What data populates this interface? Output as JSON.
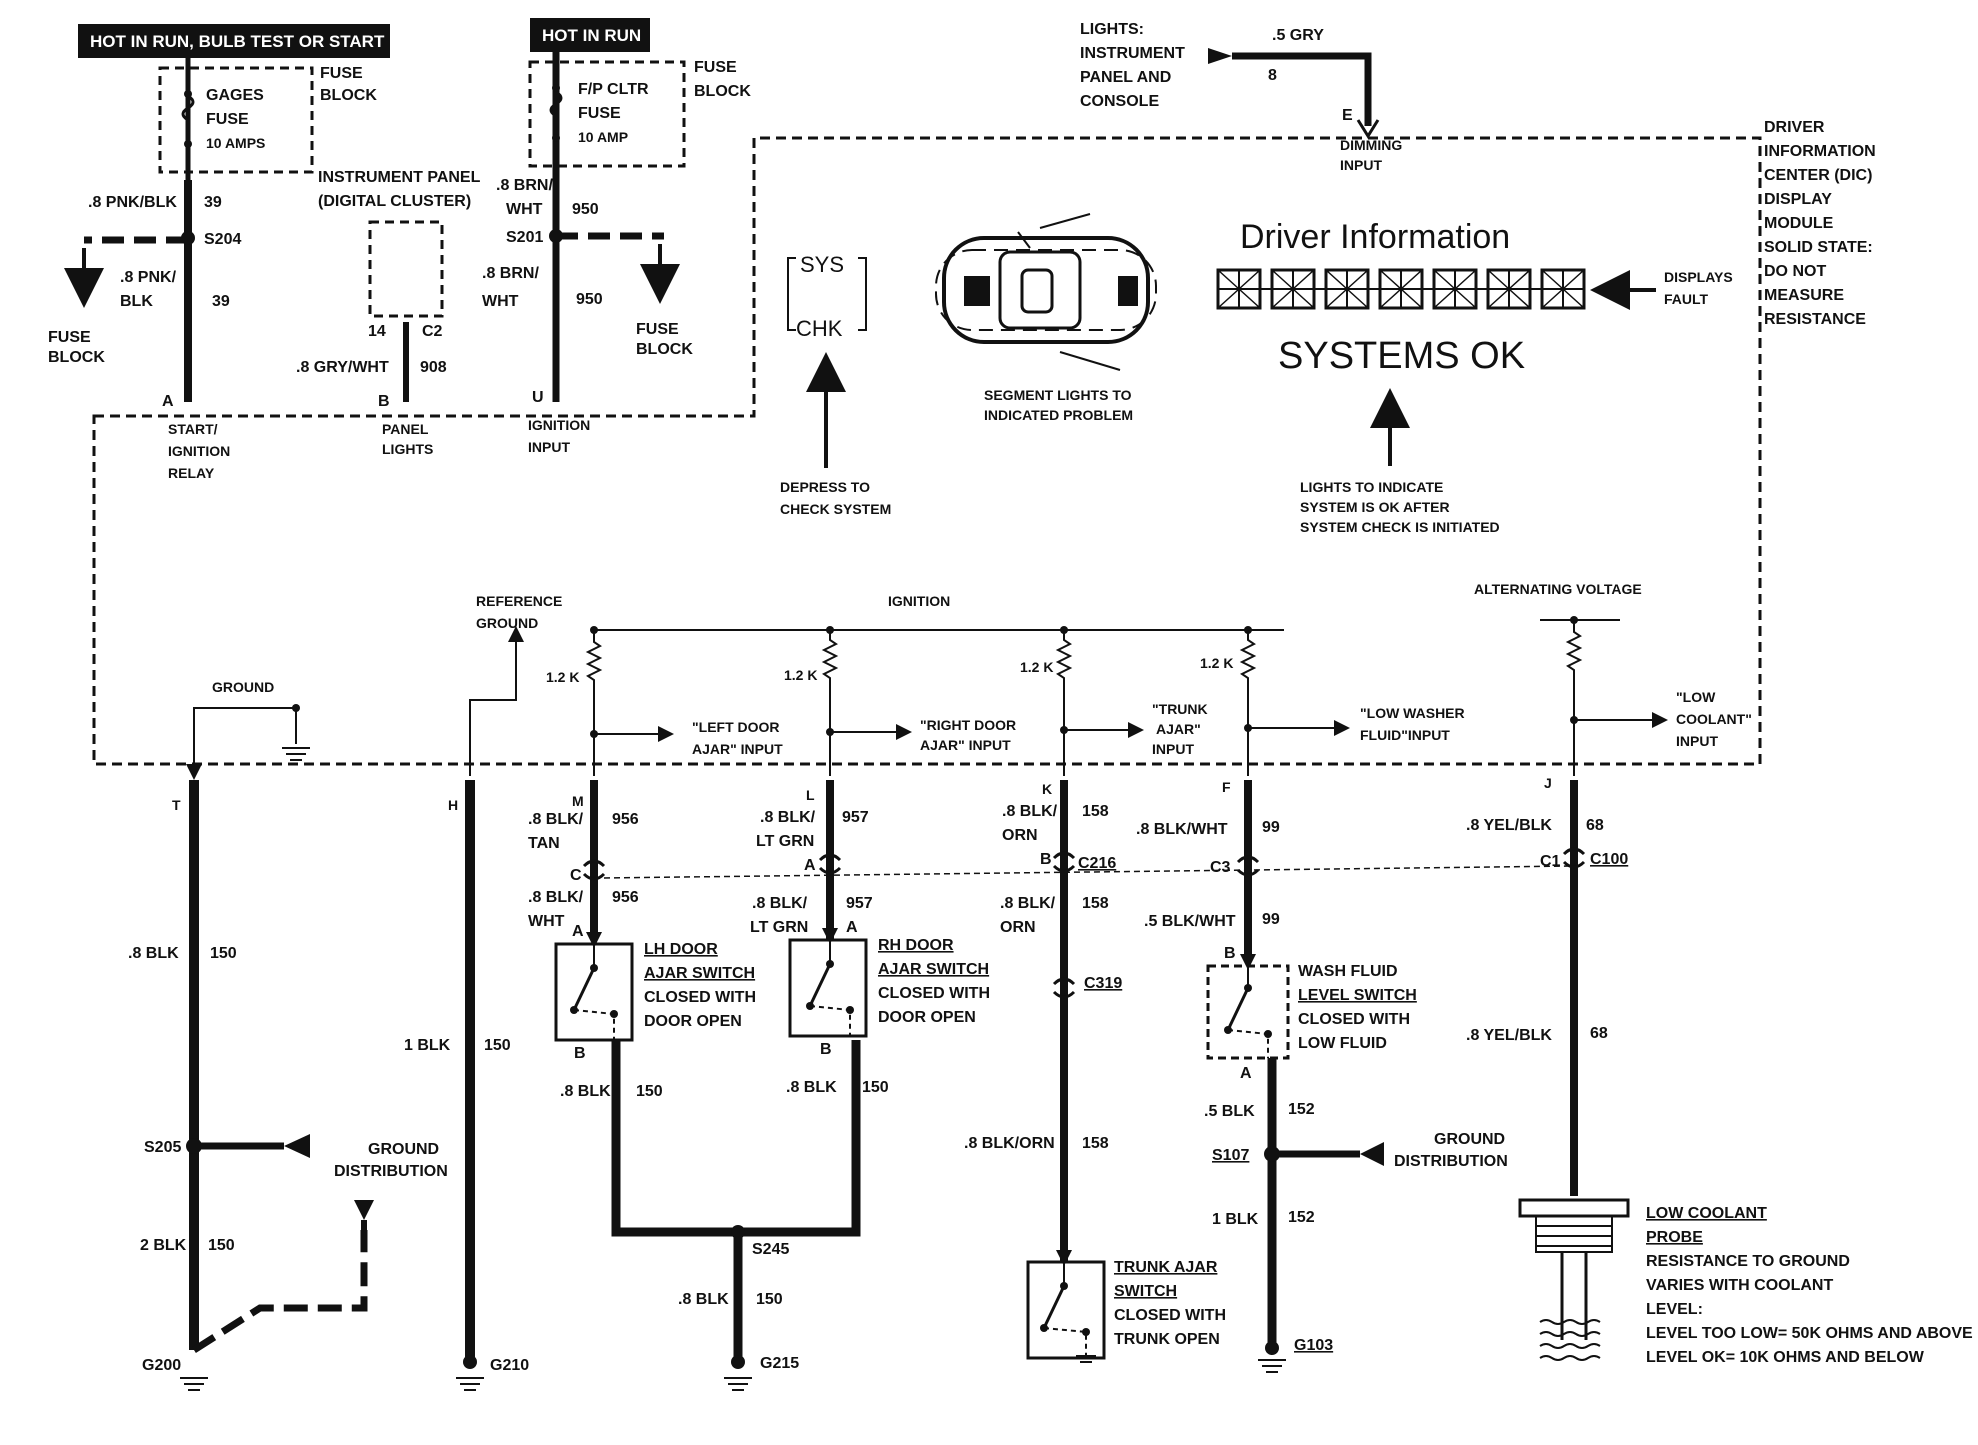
{
  "headers": {
    "hot_run_bulb": "HOT IN RUN, BULB TEST OR START",
    "hot_run": "HOT IN RUN"
  },
  "fuses": {
    "fuse_block_1": [
      "FUSE",
      "BLOCK"
    ],
    "gages_fuse": [
      "GAGES",
      "FUSE",
      "10 AMPS"
    ],
    "fuse_block_2": [
      "FUSE",
      "BLOCK"
    ],
    "fp_fuse": [
      "F/P CLTR",
      "FUSE",
      "10 AMP"
    ]
  },
  "instrument_panel": [
    "INSTRUMENT PANEL",
    "(DIGITAL CLUSTER)"
  ],
  "lights_source": [
    "LIGHTS:",
    "INSTRUMENT",
    "PANEL AND",
    "CONSOLE"
  ],
  "dimming": {
    "wire": ".5 GRY",
    "circuit": "8",
    "pin": "E",
    "label": [
      "DIMMING",
      "INPUT"
    ]
  },
  "dic_label": [
    "DRIVER",
    "INFORMATION",
    "CENTER (DIC)",
    "DISPLAY",
    "MODULE",
    "SOLID STATE:",
    "DO NOT",
    "MEASURE",
    "RESISTANCE"
  ],
  "display": {
    "title": "Driver Information",
    "status": "SYSTEMS OK",
    "sys": "SYS",
    "chk": "CHK",
    "displays_fault": [
      "DISPLAYS",
      "FAULT"
    ],
    "depress": [
      "DEPRESS TO",
      "CHECK SYSTEM"
    ],
    "segment": [
      "SEGMENT LIGHTS TO",
      "INDICATED PROBLEM"
    ],
    "lights_ok": [
      "LIGHTS TO INDICATE",
      "SYSTEM IS OK AFTER",
      "SYSTEM CHECK IS INITIATED"
    ]
  },
  "top_wires": {
    "w39a": ".8 PNK/BLK",
    "c39a": "39",
    "s204": "S204",
    "w39b": ".8 PNK/",
    "w39b2": "BLK",
    "c39b": "39",
    "fuse_block_left": [
      "FUSE",
      "BLOCK"
    ],
    "w908": ".8 GRY/WHT",
    "c908": "908",
    "pin14": "14",
    "c2": "C2",
    "w950a": ".8 BRN/",
    "w950a2": "WHT",
    "c950a": "950",
    "s201": "S201",
    "w950b": ".8 BRN/",
    "w950b2": "WHT",
    "c950b": "950",
    "fuse_block_right": [
      "FUSE",
      "BLOCK"
    ]
  },
  "pins_top": {
    "a": "A",
    "b": "B",
    "u": "U",
    "start_relay": [
      "START/",
      "IGNITION",
      "RELAY"
    ],
    "panel_lights": [
      "PANEL",
      "LIGHTS"
    ],
    "ignition_input": [
      "IGNITION",
      "INPUT"
    ]
  },
  "internal": {
    "ground": "GROUND",
    "ref_ground": [
      "REFERENCE",
      "GROUND"
    ],
    "ignition": "IGNITION",
    "alt_voltage": "ALTERNATING VOLTAGE",
    "r": [
      "1.2 K",
      "1.2 K",
      "1.2 K",
      "1.2 K"
    ],
    "inputs": [
      [
        "\"LEFT DOOR",
        "AJAR\" INPUT"
      ],
      [
        "\"RIGHT DOOR",
        "AJAR\" INPUT"
      ],
      [
        "\"TRUNK",
        "AJAR\"",
        "INPUT"
      ],
      [
        "\"LOW WASHER",
        "FLUID\"INPUT"
      ],
      [
        "\"LOW",
        "COOLANT\"",
        "INPUT"
      ]
    ]
  },
  "circuits": {
    "T": {
      "pin": "T",
      "w1": ".8 BLK",
      "c1": "150",
      "s205": "S205",
      "w2": "2 BLK",
      "c2": "150",
      "ground": "G200",
      "gd": [
        "GROUND",
        "DISTRIBUTION"
      ]
    },
    "H": {
      "pin": "H",
      "w1": "1 BLK",
      "c1": "150",
      "ground": "G210"
    },
    "M": {
      "pin": "M",
      "w1": ".8 BLK/",
      "w1b": "TAN",
      "c1": "956",
      "conn": "C",
      "w2": ".8 BLK/",
      "w2b": "WHT",
      "c2": "956",
      "pa": "A",
      "pb": "B",
      "sw": [
        "LH DOOR",
        "AJAR SWITCH",
        "CLOSED WITH",
        "DOOR OPEN"
      ],
      "w3": ".8 BLK",
      "c3": "150"
    },
    "L": {
      "pin": "L",
      "w1": ".8 BLK/",
      "w1b": "LT GRN",
      "c1": "957",
      "conn": "A",
      "w2": ".8 BLK/",
      "w2b": "LT GRN",
      "c2": "957",
      "pa": "A",
      "pb": "B",
      "sw": [
        "RH DOOR",
        "AJAR SWITCH",
        "CLOSED WITH",
        "DOOR OPEN"
      ],
      "w3": ".8 BLK",
      "c3": "150",
      "s245": "S245",
      "w4": ".8 BLK",
      "c4": "150",
      "ground": "G215"
    },
    "K": {
      "pin": "K",
      "w1": ".8 BLK/",
      "w1b": "ORN",
      "c1": "158",
      "conn": "B",
      "c216": "C216",
      "w2": ".8 BLK/",
      "w2b": "ORN",
      "c2": "158",
      "c319": "C319",
      "w3": ".8 BLK/ORN",
      "c3": "158",
      "sw": [
        "TRUNK AJAR",
        "SWITCH",
        "CLOSED WITH",
        "TRUNK OPEN"
      ]
    },
    "F": {
      "pin": "F",
      "w1": ".8  BLK/WHT",
      "c1": "99",
      "conn": "C3",
      "w2": ".5 BLK/WHT",
      "c2": "99",
      "pb": "B",
      "pa": "A",
      "sw": [
        "WASH FLUID",
        "LEVEL SWITCH",
        "CLOSED WITH",
        "LOW FLUID"
      ],
      "w3": ".5 BLK",
      "c3": "152",
      "s107": "S107",
      "gd": [
        "GROUND",
        "DISTRIBUTION"
      ],
      "w4": "1 BLK",
      "c4": "152",
      "ground": "G103"
    },
    "J": {
      "pin": "J",
      "w1": ".8 YEL/BLK",
      "c1": "68",
      "conn": "C1",
      "c100": "C100",
      "w2": ".8 YEL/BLK",
      "c2": "68",
      "probe": [
        "LOW COOLANT",
        "PROBE",
        "RESISTANCE TO GROUND",
        "VARIES WITH COOLANT",
        "LEVEL:",
        "LEVEL TOO LOW= 50K OHMS AND ABOVE",
        "LEVEL OK= 10K OHMS AND BELOW"
      ]
    }
  }
}
